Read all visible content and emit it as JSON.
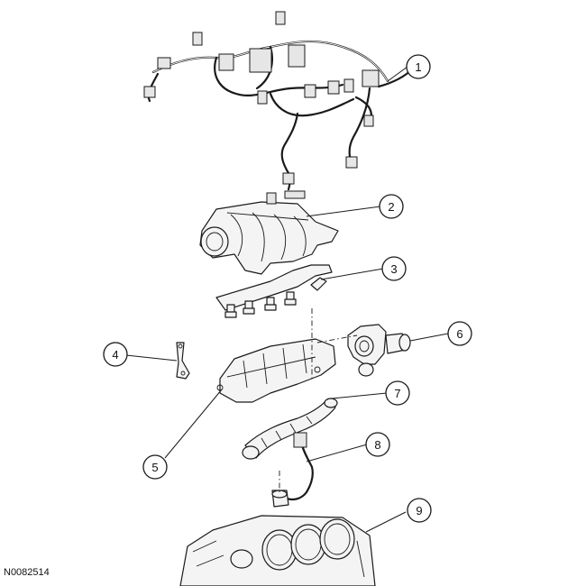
{
  "figure": {
    "id": "N0082514"
  },
  "callouts": [
    "1",
    "2",
    "3",
    "4",
    "5",
    "6",
    "7",
    "8",
    "9"
  ],
  "colors": {
    "line": "#1a1a1a",
    "fill": "#f4f4f4",
    "background": "#ffffff"
  }
}
